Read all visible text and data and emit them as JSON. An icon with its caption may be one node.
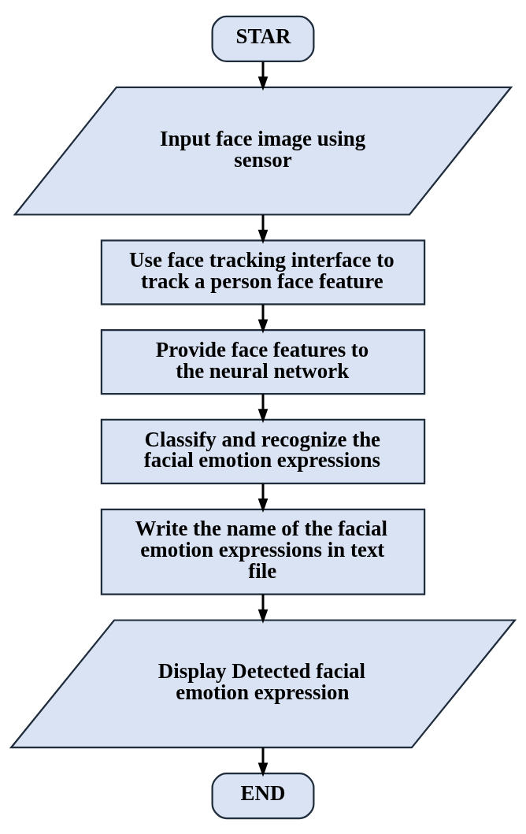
{
  "diagram": {
    "nodes": [
      {
        "text": [
          "STAR"
        ]
      },
      {
        "text": [
          "Input face image using sensor"
        ]
      },
      {
        "text": [
          "Use face tracking interface to track a person face feature"
        ]
      },
      {
        "text": [
          "Provide face features to the neural network"
        ]
      },
      {
        "text": [
          "Classify and recognize the facial emotion expressions"
        ]
      },
      {
        "text": [
          "Write the name of the facial emotion expressions in text file"
        ]
      },
      {
        "text": [
          "Display Detected facial emotion expression"
        ]
      },
      {
        "text": [
          "END"
        ]
      }
    ],
    "edges": [
      {
        "from": 0,
        "to": 1,
        "arrow": "to"
      },
      {
        "from": 1,
        "to": 2,
        "arrow": "to"
      },
      {
        "from": 2,
        "to": 3,
        "arrow": "to"
      },
      {
        "from": 3,
        "to": 4,
        "arrow": "to"
      },
      {
        "from": 4,
        "to": 5,
        "arrow": "to"
      },
      {
        "from": 5,
        "to": 6,
        "arrow": "to"
      },
      {
        "from": 6,
        "to": 7,
        "arrow": "to"
      }
    ]
  }
}
